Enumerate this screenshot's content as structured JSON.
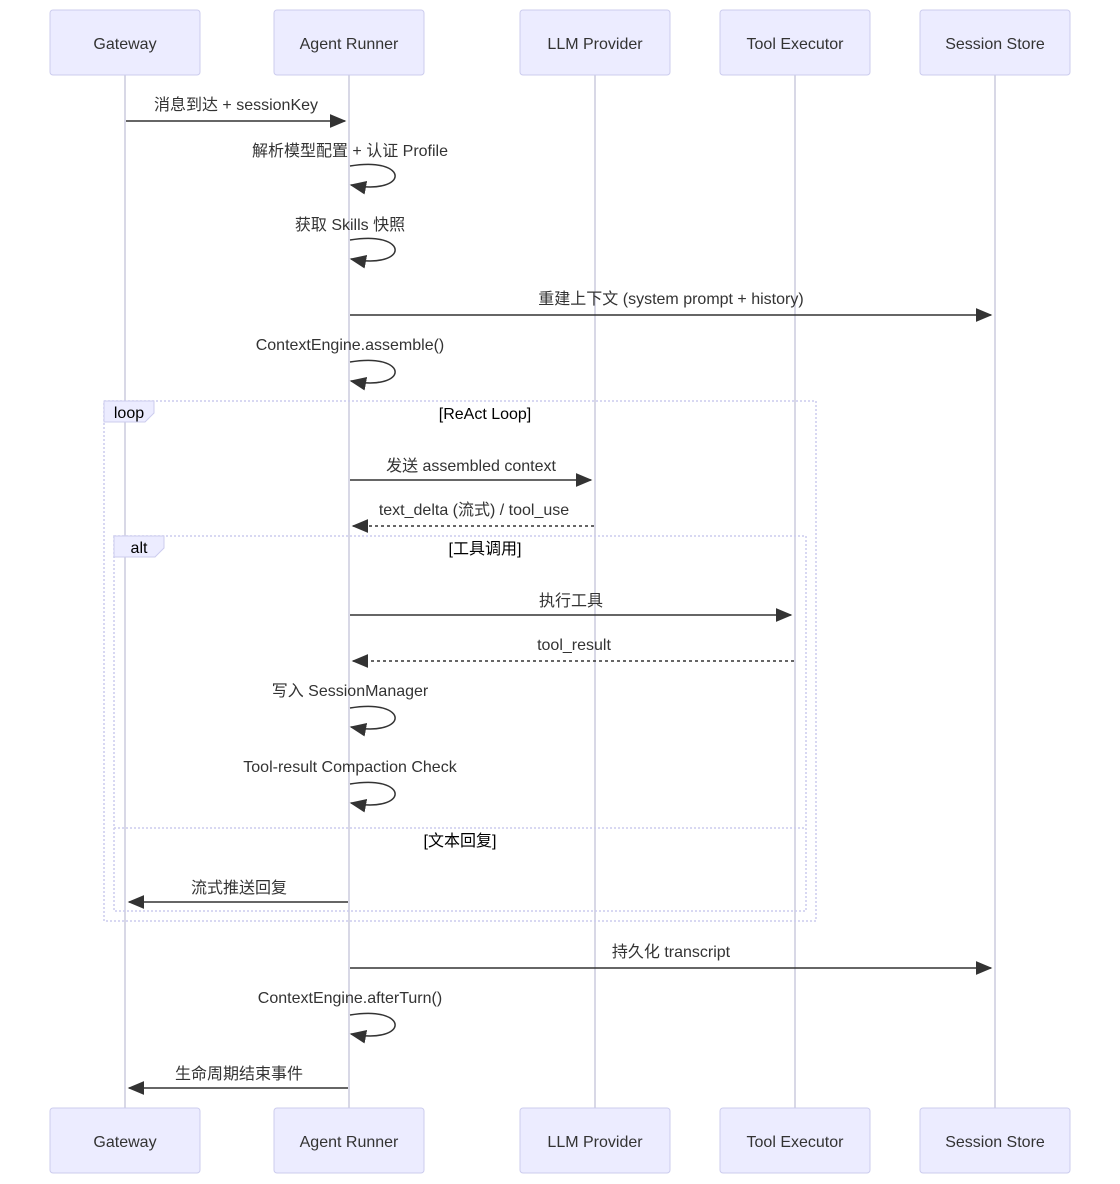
{
  "actors": [
    {
      "id": "gateway",
      "label": "Gateway"
    },
    {
      "id": "agent",
      "label": "Agent Runner"
    },
    {
      "id": "llm",
      "label": "LLM Provider"
    },
    {
      "id": "tool",
      "label": "Tool Executor"
    },
    {
      "id": "store",
      "label": "Session Store"
    }
  ],
  "messages": [
    {
      "label": "消息到达 + sessionKey",
      "from": "gateway",
      "to": "agent",
      "style": "solid"
    },
    {
      "label": "解析模型配置 + 认证 Profile",
      "from": "agent",
      "to": "agent",
      "style": "self"
    },
    {
      "label": "获取 Skills 快照",
      "from": "agent",
      "to": "agent",
      "style": "self"
    },
    {
      "label": "重建上下文 (system prompt + history)",
      "from": "agent",
      "to": "store",
      "style": "solid"
    },
    {
      "label": "ContextEngine.assemble()",
      "from": "agent",
      "to": "agent",
      "style": "self"
    },
    {
      "label": "发送 assembled context",
      "from": "agent",
      "to": "llm",
      "style": "solid"
    },
    {
      "label": "text_delta (流式) / tool_use",
      "from": "llm",
      "to": "agent",
      "style": "dashed"
    },
    {
      "label": "执行工具",
      "from": "agent",
      "to": "tool",
      "style": "solid"
    },
    {
      "label": "tool_result",
      "from": "tool",
      "to": "agent",
      "style": "dashed"
    },
    {
      "label": "写入 SessionManager",
      "from": "agent",
      "to": "agent",
      "style": "self"
    },
    {
      "label": "Tool-result Compaction Check",
      "from": "agent",
      "to": "agent",
      "style": "self"
    },
    {
      "label": "流式推送回复",
      "from": "agent",
      "to": "gateway",
      "style": "solid"
    },
    {
      "label": "持久化 transcript",
      "from": "agent",
      "to": "store",
      "style": "solid"
    },
    {
      "label": "ContextEngine.afterTurn()",
      "from": "agent",
      "to": "agent",
      "style": "self"
    },
    {
      "label": "生命周期结束事件",
      "from": "agent",
      "to": "gateway",
      "style": "solid"
    }
  ],
  "frames": {
    "loop": {
      "keyword": "loop",
      "condition": "[ReAct Loop]"
    },
    "alt": {
      "keyword": "alt",
      "condition": "[工具调用]",
      "else_condition": "[文本回复]"
    }
  }
}
